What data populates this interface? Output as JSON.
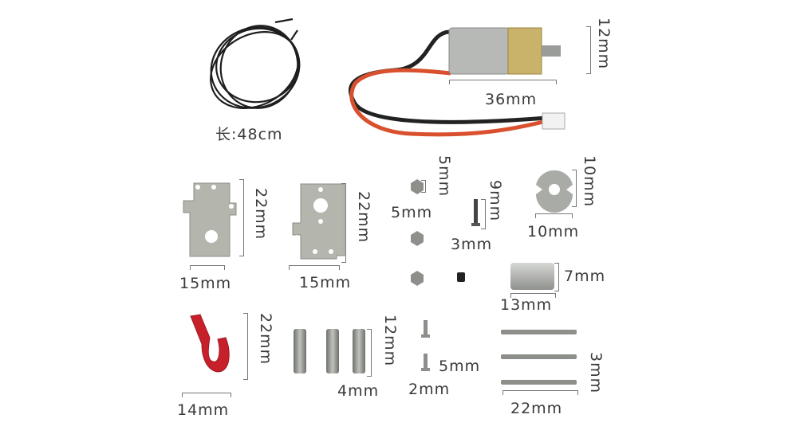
{
  "parts": {
    "wire": {
      "label": "长:48cm"
    },
    "motor": {
      "width_label": "36mm",
      "height_label": "12mm"
    },
    "bracket_left": {
      "height_label": "22mm",
      "width_label": "15mm"
    },
    "bracket_right": {
      "height_label": "22mm",
      "width_label": "15mm"
    },
    "nut": {
      "height_label": "5mm",
      "width_label": "5mm"
    },
    "tapping_screw": {
      "height_label": "9mm",
      "width_label": "3mm"
    },
    "washer": {
      "height_label": "10mm",
      "width_label": "10mm"
    },
    "coupler": {
      "height_label": "7mm",
      "width_label": "13mm"
    },
    "hook": {
      "height_label": "22mm",
      "width_label": "14mm"
    },
    "pins": {
      "height_label": "12mm",
      "width_label": "4mm"
    },
    "small_screw": {
      "height_label": "5mm",
      "width_label": "2mm"
    },
    "long_screws": {
      "height_label": "3mm",
      "width_label": "22mm"
    }
  },
  "colors": {
    "hook_red": "#c8202a",
    "wire_red": "#d9502e",
    "metal": "#a9aba6",
    "brass": "#c9b26a"
  }
}
